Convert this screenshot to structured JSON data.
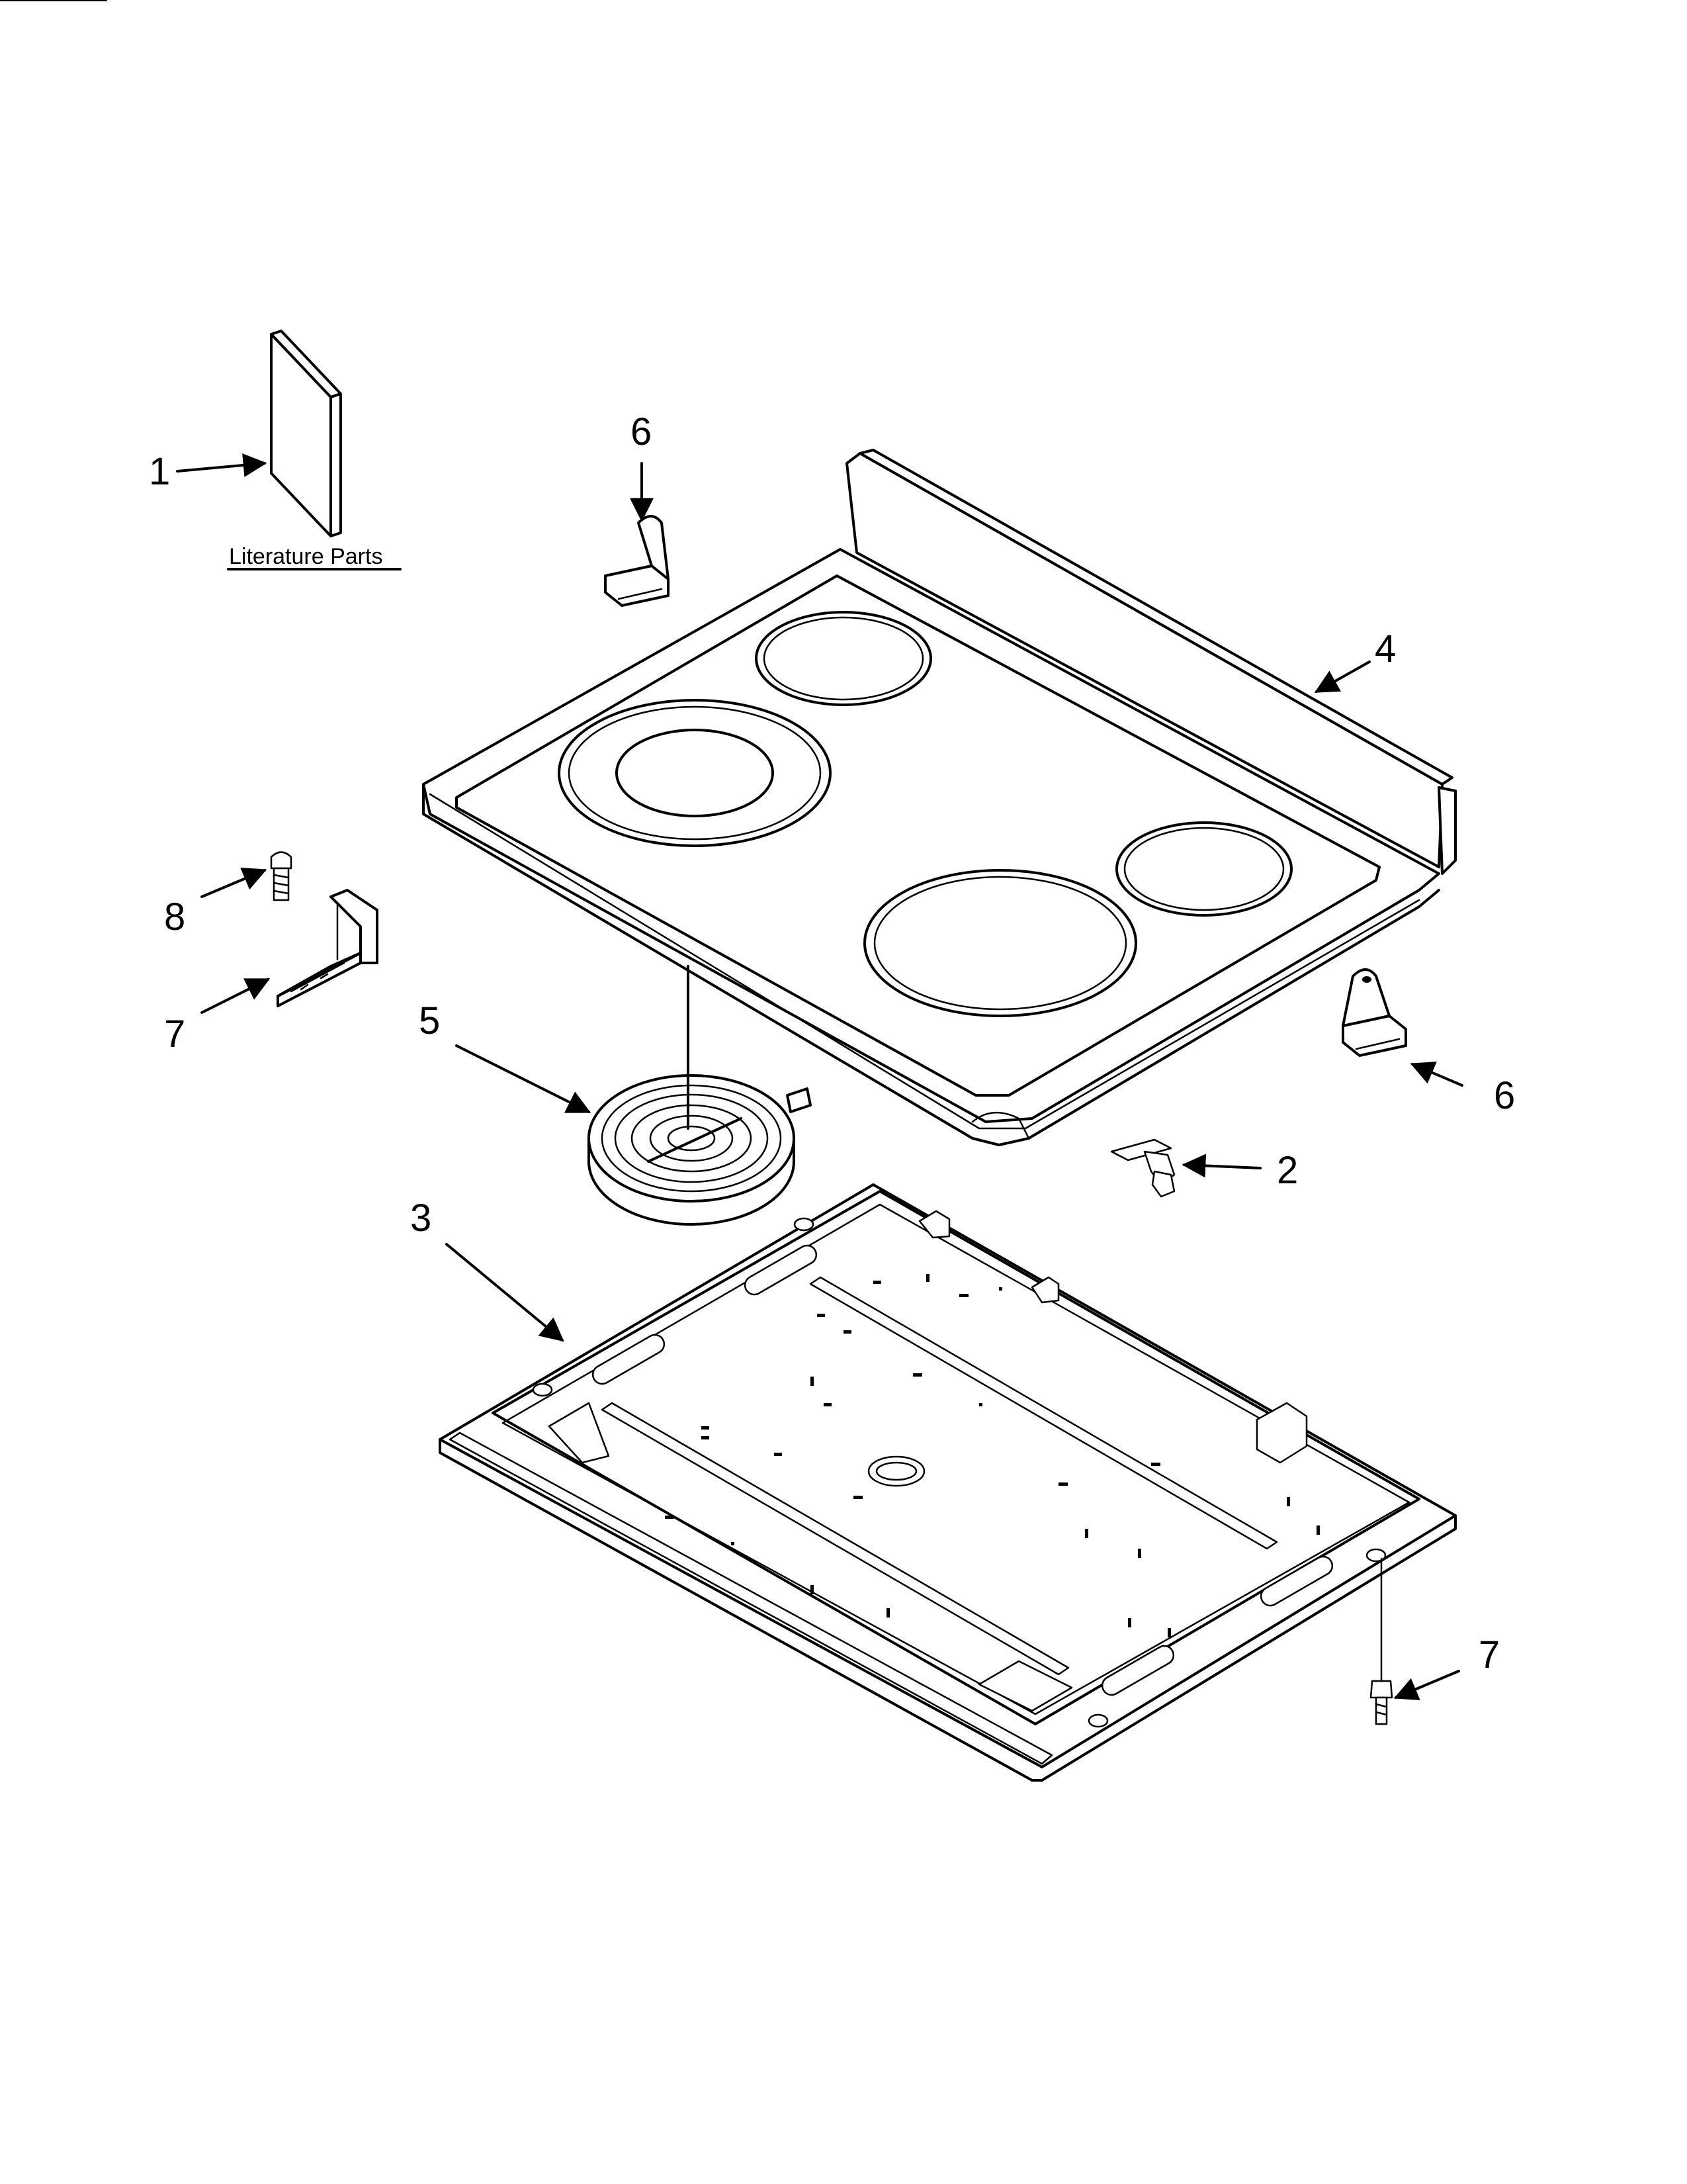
{
  "callouts": [
    {
      "id": "c1",
      "label": "1"
    },
    {
      "id": "c6a",
      "label": "6"
    },
    {
      "id": "c4",
      "label": "4"
    },
    {
      "id": "c8",
      "label": "8"
    },
    {
      "id": "c7a",
      "label": "7"
    },
    {
      "id": "c5",
      "label": "5"
    },
    {
      "id": "c6b",
      "label": "6"
    },
    {
      "id": "c2",
      "label": "2"
    },
    {
      "id": "c3",
      "label": "3"
    },
    {
      "id": "c7b",
      "label": "7"
    }
  ],
  "literature_label": "Literature Parts"
}
